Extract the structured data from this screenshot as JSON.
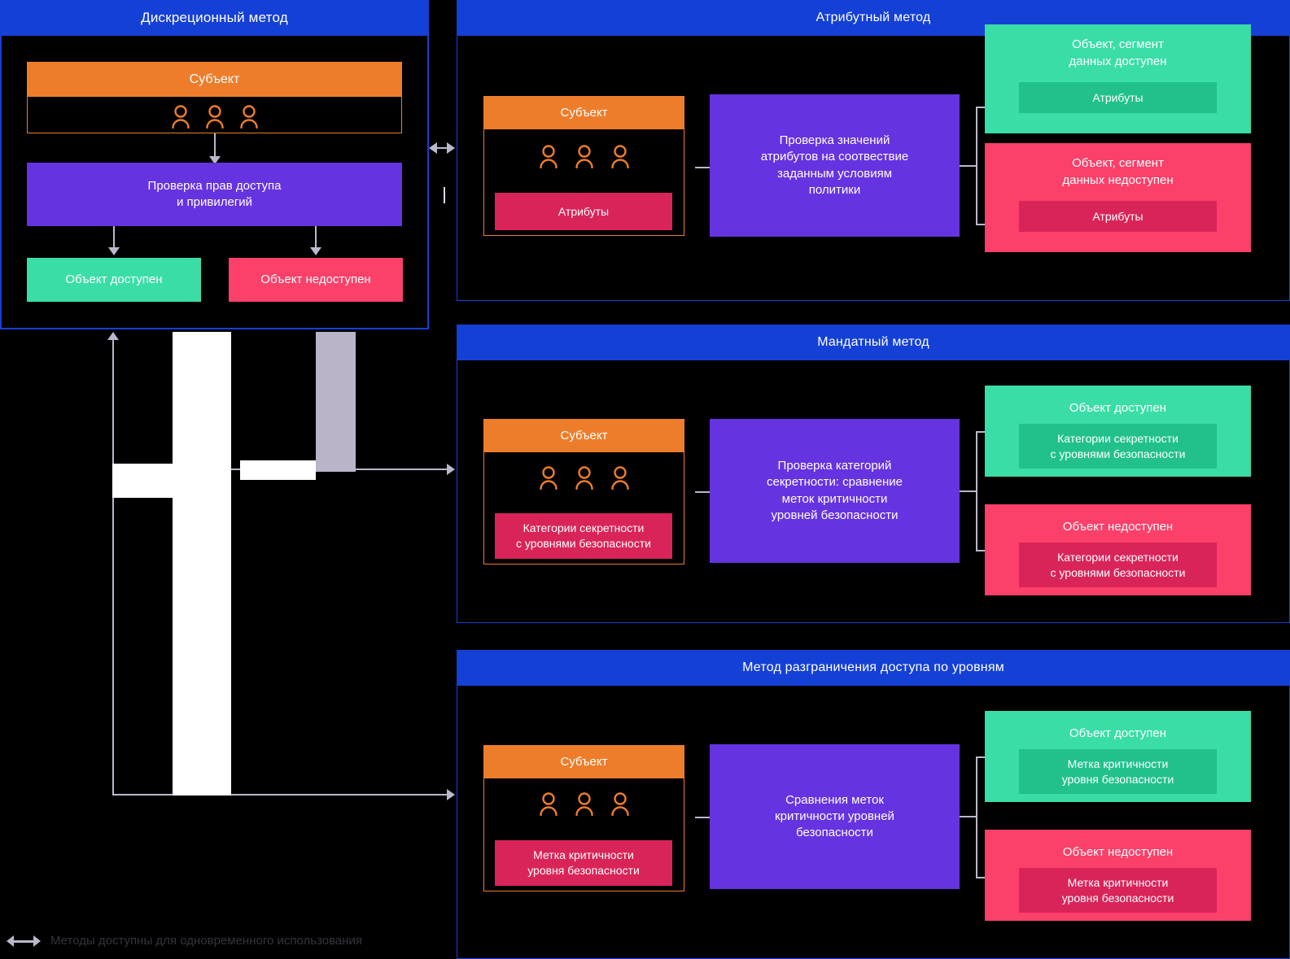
{
  "colors": {
    "background": "#000000",
    "header_blue": "#1540D6",
    "orange": "#ED7D2B",
    "purple": "#6633E0",
    "green": "#3BDDA6",
    "green_dark": "#22C18C",
    "pink": "#FB4069",
    "crimson": "#D92459",
    "arrow_gray": "#B9B9CC",
    "legend_text": "#34343E"
  },
  "panels": {
    "discretionary": {
      "title": "Дискреционный метод",
      "subject_label": "Субъект",
      "check_label": "Проверка прав доступа\nи привилегий",
      "check_line1": "Проверка прав доступа",
      "check_line2": "и привилегий",
      "result_allowed": "Объект доступен",
      "result_denied": "Объект недоступен"
    },
    "attribute": {
      "title": "Атрибутный метод",
      "subject_label": "Субъект",
      "subject_tag": "Атрибуты",
      "check_line1": "Проверка значений",
      "check_line2": "атрибутов на соотвествие",
      "check_line3": "заданным условиям",
      "check_line4": "политики",
      "result_allowed_line1": "Объект, сегмент",
      "result_allowed_line2": "данных доступен",
      "result_allowed_tag": "Атрибуты",
      "result_denied_line1": "Объект, сегмент",
      "result_denied_line2": "данных недоступен",
      "result_denied_tag": "Атрибуты"
    },
    "mandatory": {
      "title": "Мандатный метод",
      "subject_label": "Субъект",
      "subject_tag_line1": "Категории секретности",
      "subject_tag_line2": "с уровнями безопасности",
      "check_line1": "Проверка категорий",
      "check_line2": "секретности: сравнение",
      "check_line3": "меток критичности",
      "check_line4": "уровней безопасности",
      "result_allowed": "Объект доступен",
      "result_allowed_tag_line1": "Категории секретности",
      "result_allowed_tag_line2": "с уровнями безопасности",
      "result_denied": "Объект недоступен",
      "result_denied_tag_line1": "Категории секретности",
      "result_denied_tag_line2": "с уровнями безопасности"
    },
    "levels": {
      "title": "Метод разграничения доступа по уровням",
      "subject_label": "Субъект",
      "subject_tag_line1": "Метка критичности",
      "subject_tag_line2": "уровня безопасности",
      "check_line1": "Сравнения меток",
      "check_line2": "критичности уровней",
      "check_line3": "безопасности",
      "result_allowed": "Объект доступен",
      "result_allowed_tag_line1": "Метка критичности",
      "result_allowed_tag_line2": "уровня безопасности",
      "result_denied": "Объект недоступен",
      "result_denied_tag_line1": "Метка критичности",
      "result_denied_tag_line2": "уровня безопасности"
    }
  },
  "legend": {
    "text": "Методы доступны для одновременного использования"
  }
}
